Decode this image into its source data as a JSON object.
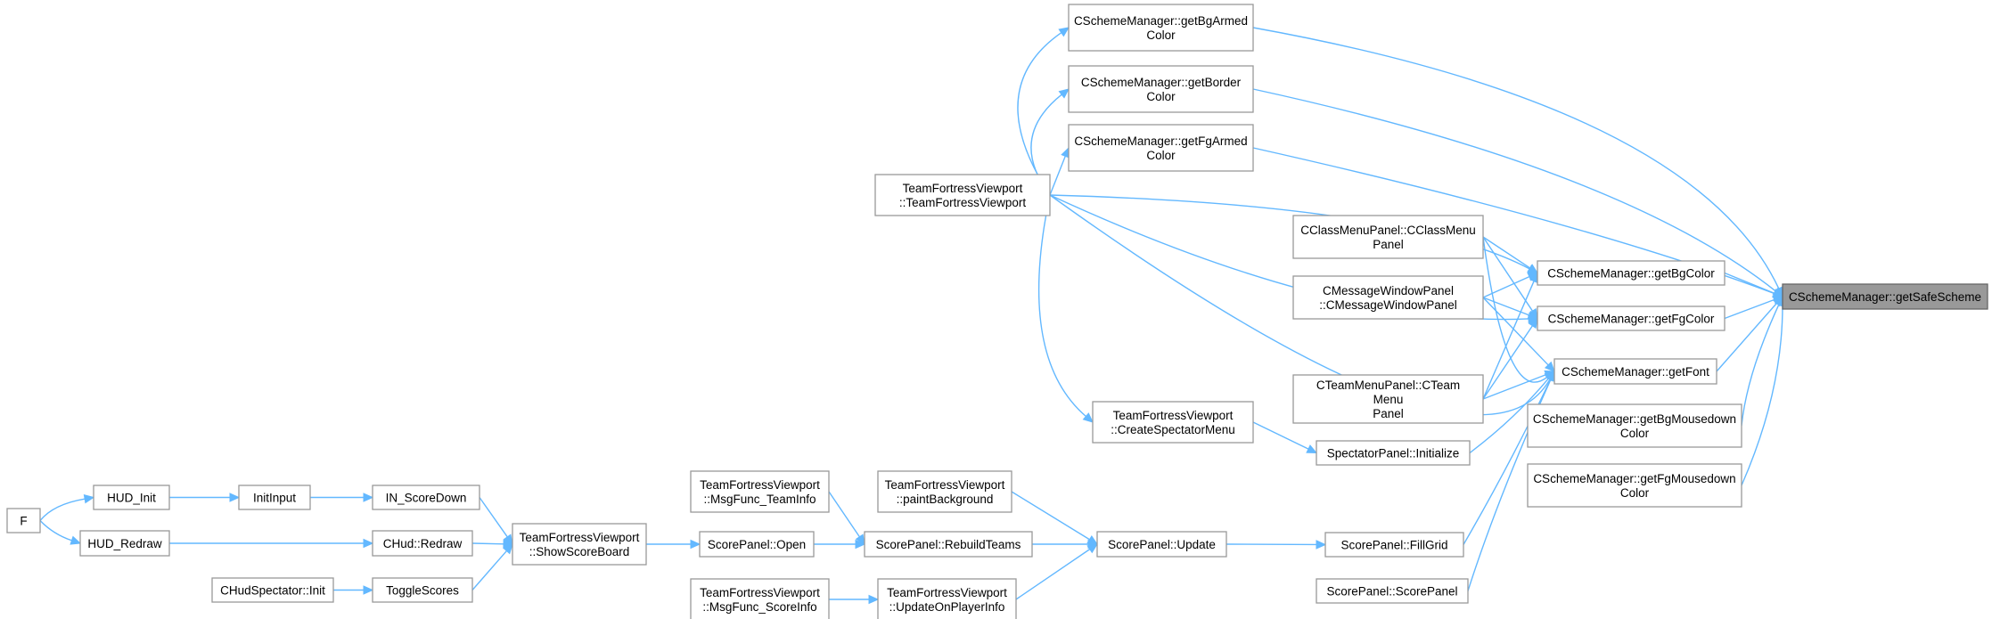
{
  "graph": {
    "nodes": [
      {
        "id": "getSafeScheme",
        "lines": [
          "CSchemeManager::getSafeScheme"
        ],
        "current": true
      },
      {
        "id": "getBgArmedColor",
        "lines": [
          "CSchemeManager::getBgArmed",
          "Color"
        ]
      },
      {
        "id": "getBorderColor",
        "lines": [
          "CSchemeManager::getBorder",
          "Color"
        ]
      },
      {
        "id": "getFgArmedColor",
        "lines": [
          "CSchemeManager::getFgArmed",
          "Color"
        ]
      },
      {
        "id": "TFVctor",
        "lines": [
          "TeamFortressViewport",
          "::TeamFortressViewport"
        ]
      },
      {
        "id": "ClassMenuPanel",
        "lines": [
          "CClassMenuPanel::CClassMenu",
          "Panel"
        ]
      },
      {
        "id": "MessageWindowPanel",
        "lines": [
          "CMessageWindowPanel",
          "::CMessageWindowPanel"
        ]
      },
      {
        "id": "TeamMenuPanel",
        "lines": [
          "CTeamMenuPanel::CTeam",
          "Menu",
          "Panel"
        ]
      },
      {
        "id": "getBgColor",
        "lines": [
          "CSchemeManager::getBgColor"
        ]
      },
      {
        "id": "getFgColor",
        "lines": [
          "CSchemeManager::getFgColor"
        ]
      },
      {
        "id": "getFont",
        "lines": [
          "CSchemeManager::getFont"
        ]
      },
      {
        "id": "getBgMousedownColor",
        "lines": [
          "CSchemeManager::getBgMousedown",
          "Color"
        ]
      },
      {
        "id": "getFgMousedownColor",
        "lines": [
          "CSchemeManager::getFgMousedown",
          "Color"
        ]
      },
      {
        "id": "CreateSpectatorMenu",
        "lines": [
          "TeamFortressViewport",
          "::CreateSpectatorMenu"
        ]
      },
      {
        "id": "SpectatorInit",
        "lines": [
          "SpectatorPanel::Initialize"
        ]
      },
      {
        "id": "FillGrid",
        "lines": [
          "ScorePanel::FillGrid"
        ]
      },
      {
        "id": "ScorePanelCtor",
        "lines": [
          "ScorePanel::ScorePanel"
        ]
      },
      {
        "id": "ScoreUpdate",
        "lines": [
          "ScorePanel::Update"
        ]
      },
      {
        "id": "paintBackground",
        "lines": [
          "TeamFortressViewport",
          "::paintBackground"
        ]
      },
      {
        "id": "RebuildTeams",
        "lines": [
          "ScorePanel::RebuildTeams"
        ]
      },
      {
        "id": "UpdateOnPlayerInfo",
        "lines": [
          "TeamFortressViewport",
          "::UpdateOnPlayerInfo"
        ]
      },
      {
        "id": "MsgFuncTeamInfo",
        "lines": [
          "TeamFortressViewport",
          "::MsgFunc_TeamInfo"
        ]
      },
      {
        "id": "MsgFuncScoreInfo",
        "lines": [
          "TeamFortressViewport",
          "::MsgFunc_ScoreInfo"
        ]
      },
      {
        "id": "ScoreOpen",
        "lines": [
          "ScorePanel::Open"
        ]
      },
      {
        "id": "ShowScoreBoard",
        "lines": [
          "TeamFortressViewport",
          "::ShowScoreBoard"
        ]
      },
      {
        "id": "IN_ScoreDown",
        "lines": [
          "IN_ScoreDown"
        ]
      },
      {
        "id": "HudRedraw",
        "lines": [
          "CHud::Redraw"
        ]
      },
      {
        "id": "ToggleScores",
        "lines": [
          "ToggleScores"
        ]
      },
      {
        "id": "InitInput",
        "lines": [
          "InitInput"
        ]
      },
      {
        "id": "HUD_Init",
        "lines": [
          "HUD_Init"
        ]
      },
      {
        "id": "HUD_Redraw",
        "lines": [
          "HUD_Redraw"
        ]
      },
      {
        "id": "CHudSpectatorInit",
        "lines": [
          "CHudSpectator::Init"
        ]
      },
      {
        "id": "F",
        "lines": [
          "F"
        ]
      }
    ],
    "edges": [
      [
        "getBgArmedColor",
        "getSafeScheme"
      ],
      [
        "getBorderColor",
        "getSafeScheme"
      ],
      [
        "getFgArmedColor",
        "getSafeScheme"
      ],
      [
        "getBgColor",
        "getSafeScheme"
      ],
      [
        "getFgColor",
        "getSafeScheme"
      ],
      [
        "getFont",
        "getSafeScheme"
      ],
      [
        "getBgMousedownColor",
        "getSafeScheme"
      ],
      [
        "getFgMousedownColor",
        "getSafeScheme"
      ],
      [
        "TFVctor",
        "getBgArmedColor"
      ],
      [
        "TFVctor",
        "getBorderColor"
      ],
      [
        "TFVctor",
        "getFgArmedColor"
      ],
      [
        "TFVctor",
        "getBgColor"
      ],
      [
        "TFVctor",
        "getFgColor"
      ],
      [
        "TFVctor",
        "getFont"
      ],
      [
        "TFVctor",
        "CreateSpectatorMenu"
      ],
      [
        "ClassMenuPanel",
        "getBgColor"
      ],
      [
        "ClassMenuPanel",
        "getFgColor"
      ],
      [
        "ClassMenuPanel",
        "getFont"
      ],
      [
        "MessageWindowPanel",
        "getBgColor"
      ],
      [
        "MessageWindowPanel",
        "getFgColor"
      ],
      [
        "MessageWindowPanel",
        "getFont"
      ],
      [
        "TeamMenuPanel",
        "getBgColor"
      ],
      [
        "TeamMenuPanel",
        "getFgColor"
      ],
      [
        "TeamMenuPanel",
        "getFont"
      ],
      [
        "CreateSpectatorMenu",
        "SpectatorInit"
      ],
      [
        "SpectatorInit",
        "getFont"
      ],
      [
        "FillGrid",
        "getFont"
      ],
      [
        "ScorePanelCtor",
        "getFont"
      ],
      [
        "ScoreUpdate",
        "FillGrid"
      ],
      [
        "paintBackground",
        "ScoreUpdate"
      ],
      [
        "RebuildTeams",
        "ScoreUpdate"
      ],
      [
        "UpdateOnPlayerInfo",
        "ScoreUpdate"
      ],
      [
        "MsgFuncTeamInfo",
        "RebuildTeams"
      ],
      [
        "MsgFuncScoreInfo",
        "UpdateOnPlayerInfo"
      ],
      [
        "ScoreOpen",
        "RebuildTeams"
      ],
      [
        "ShowScoreBoard",
        "ScoreOpen"
      ],
      [
        "IN_ScoreDown",
        "ShowScoreBoard"
      ],
      [
        "HudRedraw",
        "ShowScoreBoard"
      ],
      [
        "ToggleScores",
        "ShowScoreBoard"
      ],
      [
        "InitInput",
        "IN_ScoreDown"
      ],
      [
        "HUD_Init",
        "InitInput"
      ],
      [
        "HUD_Redraw",
        "HudRedraw"
      ],
      [
        "CHudSpectatorInit",
        "ToggleScores"
      ],
      [
        "F",
        "HUD_Init"
      ],
      [
        "F",
        "HUD_Redraw"
      ]
    ]
  },
  "colors": {
    "edge": "#63b8ff",
    "node_border": "#999999",
    "current_fill": "#999999"
  }
}
